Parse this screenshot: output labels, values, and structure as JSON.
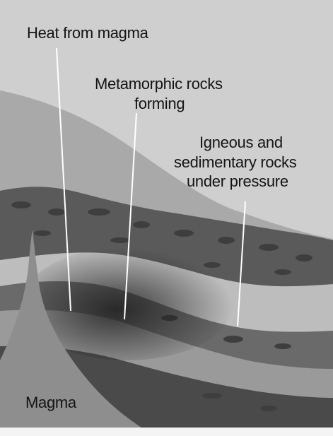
{
  "labels": {
    "heat_from_magma": "Heat from magma",
    "metamorphic_line1": "Metamorphic rocks",
    "metamorphic_line2": "forming",
    "igneous_line1": "Igneous and",
    "igneous_line2": "sedimentary rocks",
    "igneous_line3": "under pressure",
    "magma": "Magma"
  },
  "colors": {
    "sky": "#cfcfcf",
    "top_layer": "#a9a9a9",
    "dark_band": "#5a5a5a",
    "light_band": "#bdbdbd",
    "deep_band": "#4a4a4a",
    "magma": "#8e8e8e",
    "leader_line": "#ffffff"
  }
}
